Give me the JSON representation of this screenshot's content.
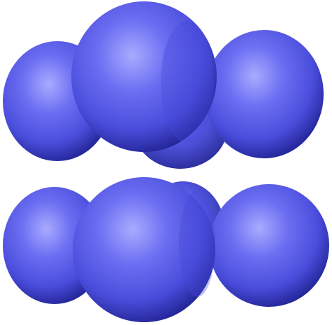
{
  "scene": {
    "background": "#ffffff",
    "sphere_color": "#5b5ee8",
    "sphere_highlight": "#a9abff",
    "sphere_shadow": "#1f2190",
    "rows": [
      {
        "name": "top-row",
        "sphere_count": 5
      },
      {
        "name": "bottom-row",
        "sphere_count": 5
      }
    ]
  }
}
